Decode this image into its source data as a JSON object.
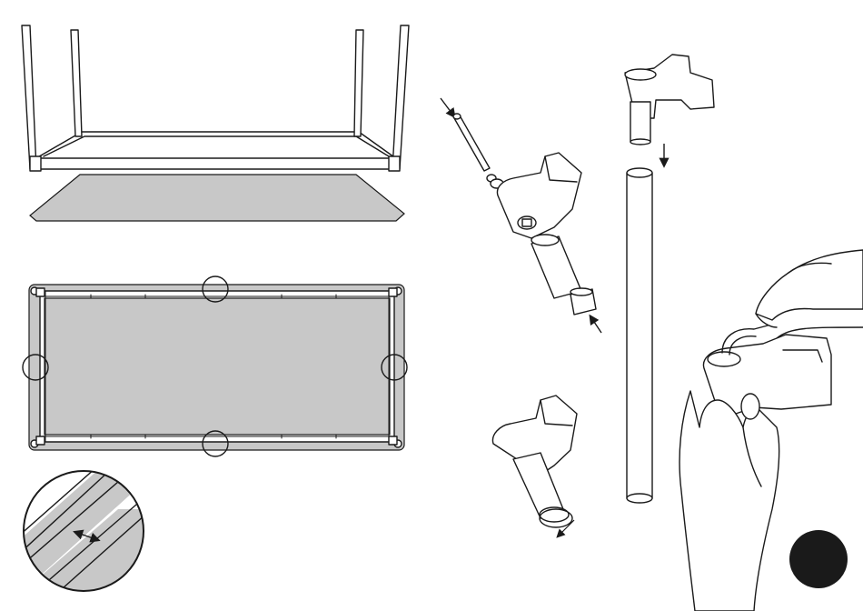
{
  "figure": {
    "colors": {
      "line": "#1a1a1a",
      "panel_fill": "#c8c8c8",
      "background": "#ffffff",
      "marker": "#1a1a1a"
    },
    "icons": [
      "table-frame-with-legs",
      "table-top-panel",
      "frame-top-view-detail-circles",
      "edge-gap-magnifier-arrow",
      "screw-washer-bracket-exploded",
      "leg-pipe-insert-arrow",
      "bracket-assembled",
      "hands-inserting-bracket",
      "step-marker-dot"
    ]
  }
}
